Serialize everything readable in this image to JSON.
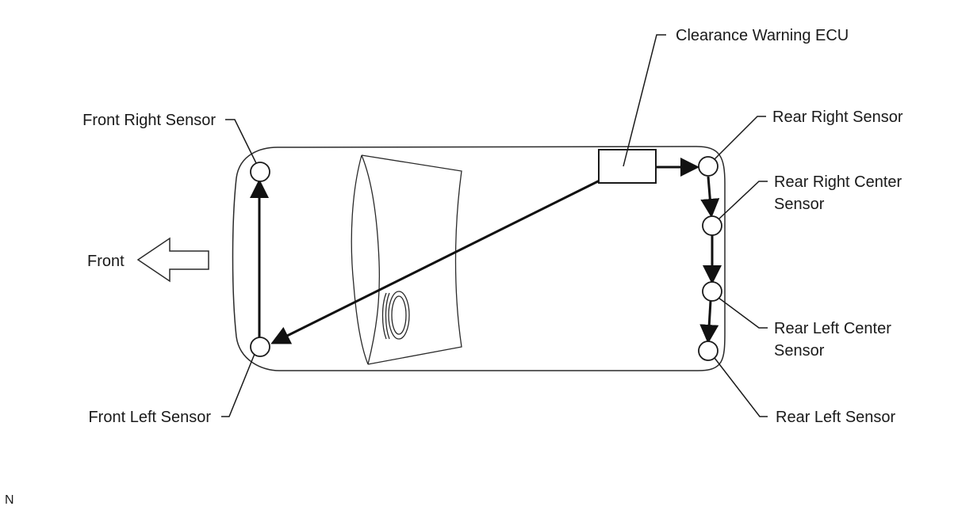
{
  "labels": {
    "ecu": "Clearance Warning ECU",
    "front_right": "Front Right Sensor",
    "front_left": "Front Left Sensor",
    "rear_right": "Rear Right Sensor",
    "rear_right_center_line1": "Rear Right Center",
    "rear_right_center_line2": "Sensor",
    "rear_left_center_line1": "Rear Left Center",
    "rear_left_center_line2": "Sensor",
    "rear_left": "Rear Left Sensor",
    "front": "Front",
    "corner_code": "N"
  },
  "icons": {
    "direction_arrow": "arrow-left-outline-icon",
    "steering_wheel": "steering-wheel-icon"
  },
  "colors": {
    "line": "#1a1a1a",
    "background": "#ffffff"
  }
}
